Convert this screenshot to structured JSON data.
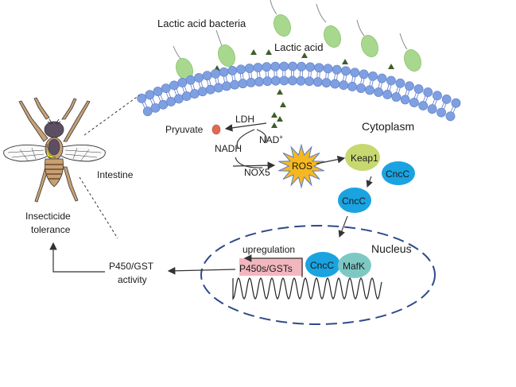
{
  "labels": {
    "bacteria": "Lactic acid bacteria",
    "lactic_acid": "Lactic acid",
    "cytoplasm": "Cytoplasm",
    "pyruvate": "Pryuvate",
    "ldh": "LDH",
    "nadh": "NADH",
    "nad": "NAD",
    "nad_sup": "+",
    "nox5": "NOX5",
    "ros": "ROS",
    "keap1": "Keap1",
    "cncc_bound": "CncC",
    "cncc_free": "CncC",
    "nucleus": "Nucleus",
    "upregulation": "upregulation",
    "genes": "P450s/GSTs",
    "cncc_nuclear": "CncC",
    "mafk": "MafK",
    "intestine": "Intestine",
    "tolerance_line1": "Insecticide",
    "tolerance_line2": "tolerance",
    "activity_line1": "P450/GST",
    "activity_line2": "activity"
  },
  "colors": {
    "membrane": "#7fa0e0",
    "membrane_stroke": "#5b7bc8",
    "bacteria": "#a8d88e",
    "bacteria_stroke": "#7fb66a",
    "lactic_acid": "#3d5e2a",
    "pyruvate": "#e06a50",
    "ros": "#f5b820",
    "keap1": "#c7d870",
    "cncc": "#1aa3e0",
    "mafk": "#7ec8c4",
    "genes_box": "#f2b6bf",
    "nucleus_border": "#2f4a8a"
  }
}
